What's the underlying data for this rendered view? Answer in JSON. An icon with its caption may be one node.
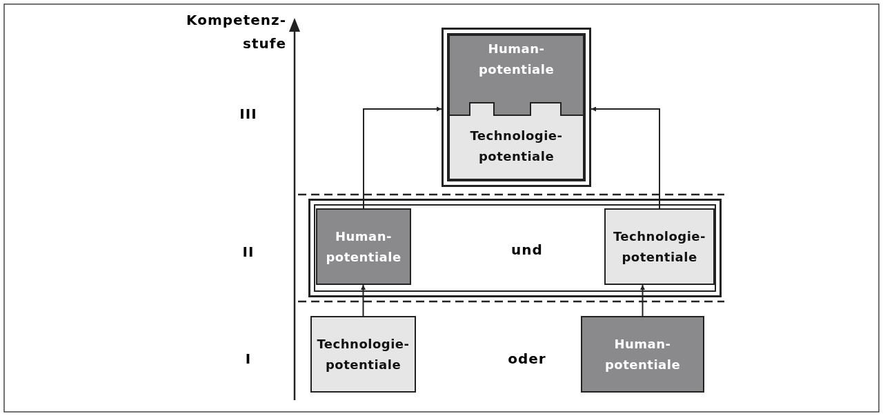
{
  "diagram": {
    "nodes": [
      {
        "text": [],
        "shape": "box"
      },
      {
        "text": [
          "Human- potentiale"
        ],
        "in": 0
      },
      {
        "text": [
          "Technologie- potentiale"
        ],
        "in": 0
      },
      {
        "text": [],
        "shape": "box"
      },
      {
        "text": [
          "Human- potentiale"
        ],
        "in": 3
      },
      {
        "text": [
          "Technologie- potentiale"
        ],
        "in": 3
      },
      {
        "text": [
          "Technologie- potentiale"
        ]
      },
      {
        "text": [
          "Human- potentiale"
        ]
      }
    ],
    "edges": [
      {
        "from": 6,
        "to": 4,
        "arrow": "to"
      },
      {
        "from": 7,
        "to": 5,
        "arrow": "to"
      },
      {
        "from": 4,
        "to": 0,
        "arrow": "to"
      },
      {
        "from": 5,
        "to": 0,
        "arrow": "to"
      }
    ],
    "labels": [
      "Kompetenz- stufe",
      "III",
      "II",
      "I",
      "und",
      "oder"
    ]
  }
}
